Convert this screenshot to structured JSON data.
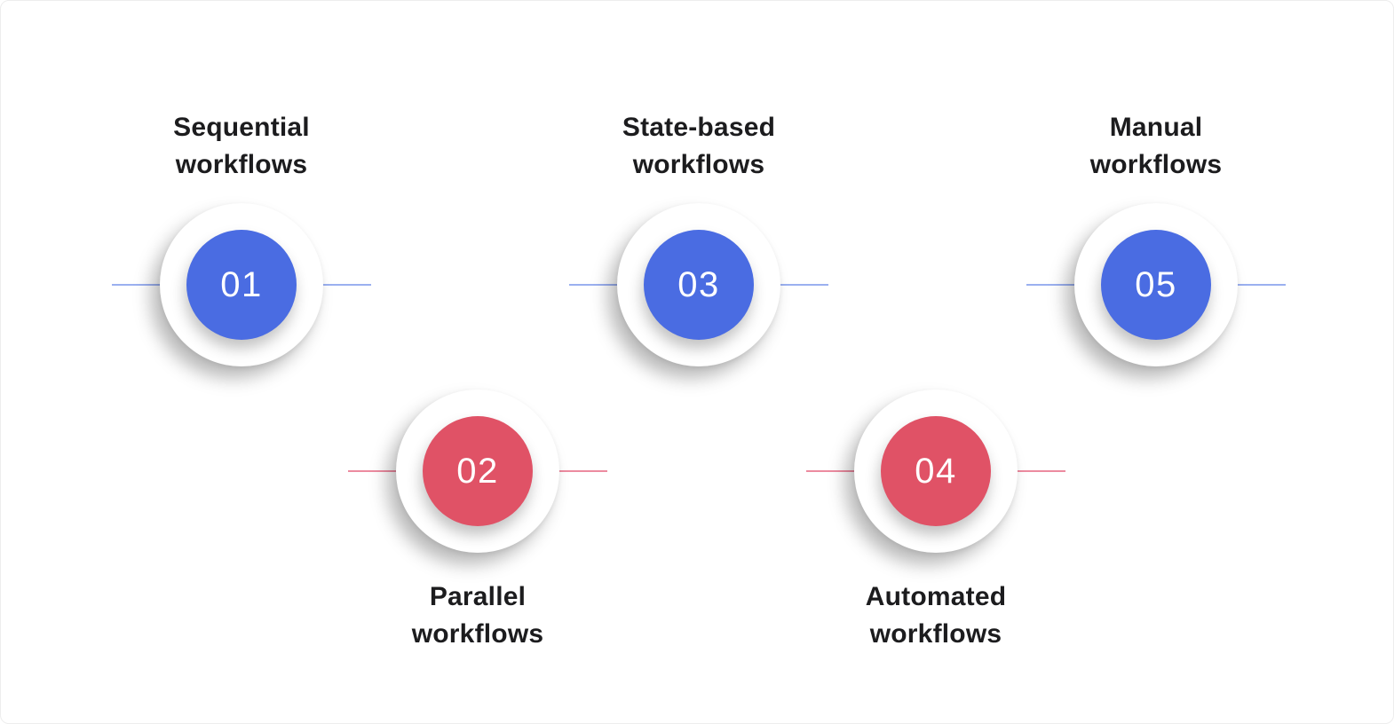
{
  "canvas": {
    "background": "#ffffff",
    "border_color": "#ededed"
  },
  "colors": {
    "blue": "#4a6ce2",
    "red": "#e05266",
    "blue_line": "#9bb0f0",
    "red_line": "#ec8ba0",
    "text": "#1c1c1e",
    "number_text": "#ffffff"
  },
  "nodes": [
    {
      "number": "01",
      "label_line1": "Sequential",
      "label_line2": "workflows",
      "color": "blue",
      "row": "top"
    },
    {
      "number": "02",
      "label_line1": "Parallel",
      "label_line2": "workflows",
      "color": "red",
      "row": "bottom"
    },
    {
      "number": "03",
      "label_line1": "State-based",
      "label_line2": "workflows",
      "color": "blue",
      "row": "top"
    },
    {
      "number": "04",
      "label_line1": "Automated",
      "label_line2": "workflows",
      "color": "red",
      "row": "bottom"
    },
    {
      "number": "05",
      "label_line1": "Manual",
      "label_line2": "workflows",
      "color": "blue",
      "row": "top"
    }
  ]
}
